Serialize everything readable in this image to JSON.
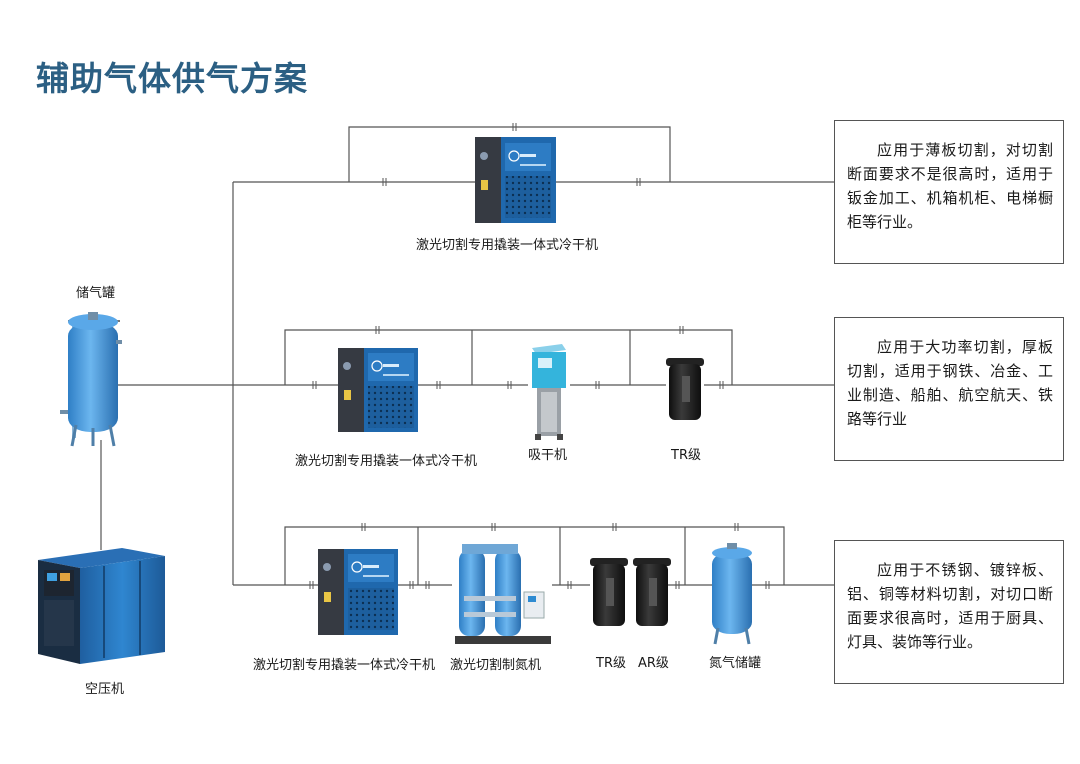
{
  "title": "辅助气体供气方案",
  "colors": {
    "title": "#2b5f83",
    "pipe": "#555555",
    "equipment_blue": "#2f7fc6",
    "tank_blue": "#4a9ee0",
    "panel_dark": "#3a3d44",
    "filter_black": "#1c1c1c"
  },
  "labels": {
    "storage_tank": "储气罐",
    "air_compressor": "空压机",
    "dryer_top": "激光切割专用撬装一体式冷干机",
    "dryer_mid": "激光切割专用撬装一体式冷干机",
    "adsorption_dryer": "吸干机",
    "tr_filter_mid": "TR级",
    "dryer_bottom": "激光切割专用撬装一体式冷干机",
    "nitrogen_generator": "激光切割制氮机",
    "tr_filter_bottom": "TR级",
    "ar_filter_bottom": "AR级",
    "nitrogen_tank": "氮气储罐"
  },
  "notes": {
    "top": "应用于薄板切割，对切割断面要求不是很高时，适用于钣金加工、机箱机柜、电梯橱柜等行业。",
    "middle": "应用于大功率切割，厚板切割，适用于钢铁、冶金、工业制造、船舶、航空航天、铁路等行业",
    "bottom": "应用于不锈钢、镀锌板、铝、铜等材料切割，对切口断面要求很高时，适用于厨具、灯具、装饰等行业。"
  }
}
